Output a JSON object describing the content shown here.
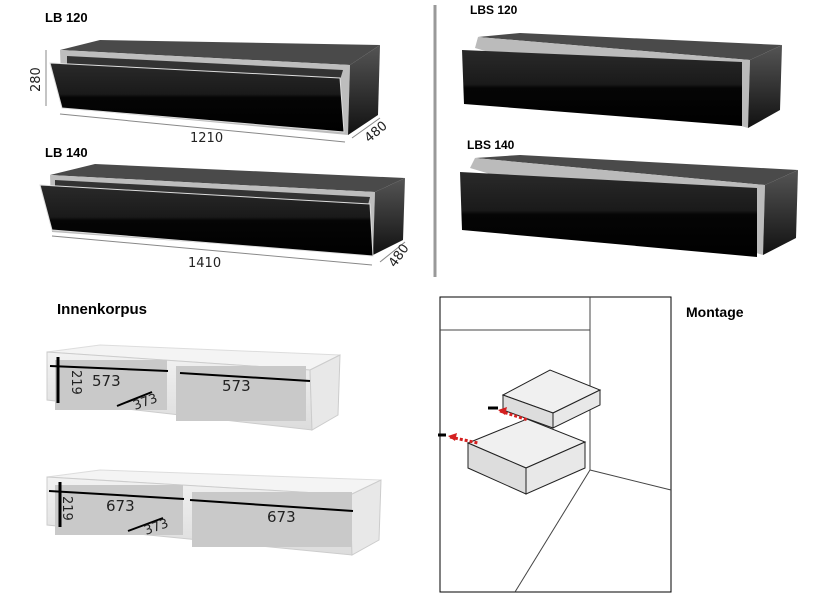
{
  "top_left": {
    "lb120": {
      "label": "LB 120",
      "height": "280",
      "width": "1210",
      "depth": "480"
    },
    "lb140": {
      "label": "LB 140",
      "width": "1410",
      "depth": "480"
    }
  },
  "top_right": {
    "lbs120": {
      "label": "LBS 120"
    },
    "lbs140": {
      "label": "LBS 140"
    }
  },
  "innenkorpus": {
    "title": "Innenkorpus",
    "small": {
      "height": "219",
      "width_left": "573",
      "width_right": "573",
      "depth": "373"
    },
    "large": {
      "height": "219",
      "width_left": "673",
      "width_right": "673",
      "depth": "373"
    }
  },
  "montage": {
    "title": "Montage"
  },
  "colors": {
    "cabinet": "#0a0a0a",
    "top": "#4a4a4a",
    "frame": "#c8c8c8",
    "arrow": "#d42020"
  }
}
